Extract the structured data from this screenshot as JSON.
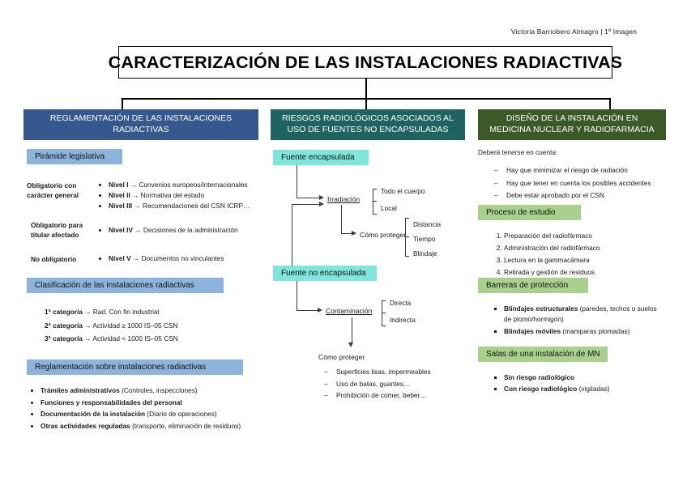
{
  "author_line": "Victoria Barriobero Almagro | 1º Imagen",
  "title": "CARACTERIZACIÓN DE LAS INSTALACIONES RADIACTIVAS",
  "colors": {
    "header_blue": "#35598F",
    "header_teal": "#1F6460",
    "header_green": "#3B5A28",
    "chip_blue": "#8CB4DC",
    "chip_teal": "#7FE6DC",
    "chip_green": "#A8D18D"
  },
  "columns": {
    "left": {
      "header": "REGLAMENTACIÓN DE LAS INSTALACIONES RADIACTIVAS",
      "sections": [
        {
          "chip": "Pirámide legislativa",
          "rows": [
            {
              "label": "Obligatorio con carácter general",
              "items": [
                {
                  "bold": "Nivel I",
                  "rest": " → Convenios europeos/internacionales"
                },
                {
                  "bold": "Nivel II",
                  "rest": " → Normativa del estado"
                },
                {
                  "bold": "Nivel III",
                  "rest": " → Recomendaciones del CSN ICRP…"
                }
              ]
            },
            {
              "label": "Obligatorio para titular afectado",
              "items": [
                {
                  "bold": "Nivel IV",
                  "rest": " → Decisiones de la administración"
                }
              ]
            },
            {
              "label": "No obligatorio",
              "items": [
                {
                  "bold": "Nivel V",
                  "rest": " → Documentos no vinculantes"
                }
              ]
            }
          ]
        },
        {
          "chip": "Clasificación de las instalaciones radiactivas",
          "lines": [
            {
              "bold": "1ª categoría",
              "rest": " → Rad. Con fin industrial"
            },
            {
              "bold": "2ª categoría",
              "rest": " → Actividad ≥ 1000 IS–05 CSN"
            },
            {
              "bold": "3ª categoría",
              "rest": " → Actividad < 1000 IS–05 CSN"
            }
          ]
        },
        {
          "chip": "Reglamentación sobre instalaciones radiactivas",
          "bullets": [
            {
              "bold": "Trámites administrativos",
              "rest": " (Controles, inspecciones)"
            },
            {
              "bold": "Funciones y responsabilidades del personal",
              "rest": ""
            },
            {
              "bold": "Documentación de la instalación",
              "rest": " (Diario de operaciones)"
            },
            {
              "bold": "Otras actividades reguladas",
              "rest": " (transporte, eliminación de residuos)"
            }
          ]
        }
      ]
    },
    "middle": {
      "header": "RIESGOS RADIOLÓGICOS ASOCIADOS AL USO DE FUENTES NO ENCAPSULADAS",
      "node_encapsulada": "Fuente encapsulada",
      "node_no_encapsulada": "Fuente no encapsulada",
      "node_irradiacion": "Irradiación",
      "node_contaminacion": "Contaminación",
      "node_como_proteger_1": "Cómo proteger",
      "node_como_proteger_2": "Cómo proteger",
      "irradiacion_leaves": [
        "Todo el cuerpo",
        "Local"
      ],
      "proteger_leaves": [
        "Distancia",
        "Tiempo",
        "Blindaje"
      ],
      "contaminacion_leaves": [
        "Directa",
        "Indirecta"
      ],
      "proteger_list": [
        "Superficies lisas, impermeables",
        "Uso de batas, guantes…",
        "Prohibición de comer, beber…"
      ]
    },
    "right": {
      "header": "DISEÑO DE LA INSTALACIÓN EN MEDICINA NUCLEAR Y RADIOFARMACIA",
      "intro": "Deberá tenerse en cuenta:",
      "intro_items": [
        "Hay que minimizar el riesgo de radiación",
        "Hay que tener en cuenta los posibles accidentes",
        "Debe estar aprobado por el CSN"
      ],
      "sections": [
        {
          "chip": "Proceso de estudio",
          "numbered": [
            "Preparación del radiofármaco",
            "Administración del radiofármaco",
            "Lectura en la gammacámara",
            "Retirada y gestión de residuos"
          ]
        },
        {
          "chip": "Barreras de protección",
          "bullets": [
            {
              "bold": "Blindajes estructurales",
              "rest": " (paredes, techos o suelos de plomo/hormigón)"
            },
            {
              "bold": "Blindajes móviles",
              "rest": " (mamparas plomadas)"
            }
          ]
        },
        {
          "chip": "Salas de una instalación de MN",
          "bullets": [
            {
              "bold": "Sin riesgo radiológico",
              "rest": ""
            },
            {
              "bold": "Con riesgo radiológico",
              "rest": " (vigiladas)"
            }
          ]
        }
      ]
    }
  }
}
